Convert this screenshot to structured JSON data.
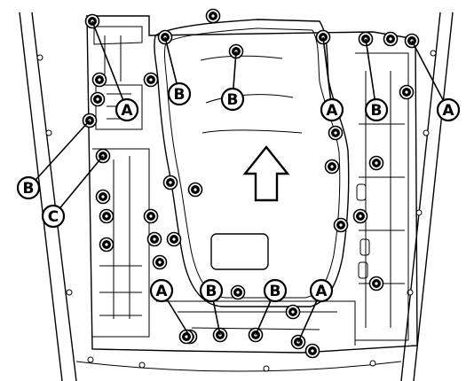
{
  "callouts": [
    {
      "label": "A",
      "target": "bolt"
    },
    {
      "label": "B",
      "target": "bolt"
    },
    {
      "label": "B",
      "target": "bolt"
    },
    {
      "label": "A",
      "target": "bolt"
    },
    {
      "label": "B",
      "target": "bolt"
    },
    {
      "label": "A",
      "target": "bolt"
    },
    {
      "label": "B",
      "target": "bolt"
    },
    {
      "label": "C",
      "target": "bolt"
    },
    {
      "label": "A",
      "target": "bolt"
    },
    {
      "label": "B",
      "target": "bolt"
    },
    {
      "label": "B",
      "target": "bolt"
    },
    {
      "label": "A",
      "target": "bolt"
    }
  ],
  "arrow": {
    "direction": "up"
  }
}
